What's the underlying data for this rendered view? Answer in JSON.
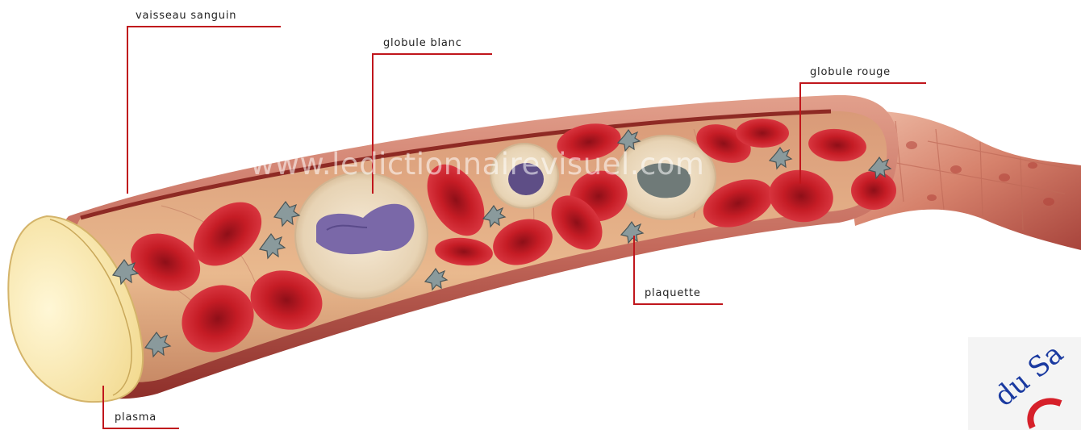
{
  "labels": {
    "vaisseau_sanguin": "vaisseau sanguin",
    "globule_blanc": "globule blanc",
    "globule_rouge": "globule rouge",
    "plaquette": "plaquette",
    "plasma": "plasma"
  },
  "watermark": "www.ledictionnairevisuel.com",
  "stamp_text": "du Sa",
  "colors": {
    "leader_line": "#c0161c",
    "vessel_wall": "#c46a5c",
    "red_cell": "#c21a22",
    "white_cell_nucleus": "#7a68a8",
    "plasma": "#f6e6a4"
  }
}
